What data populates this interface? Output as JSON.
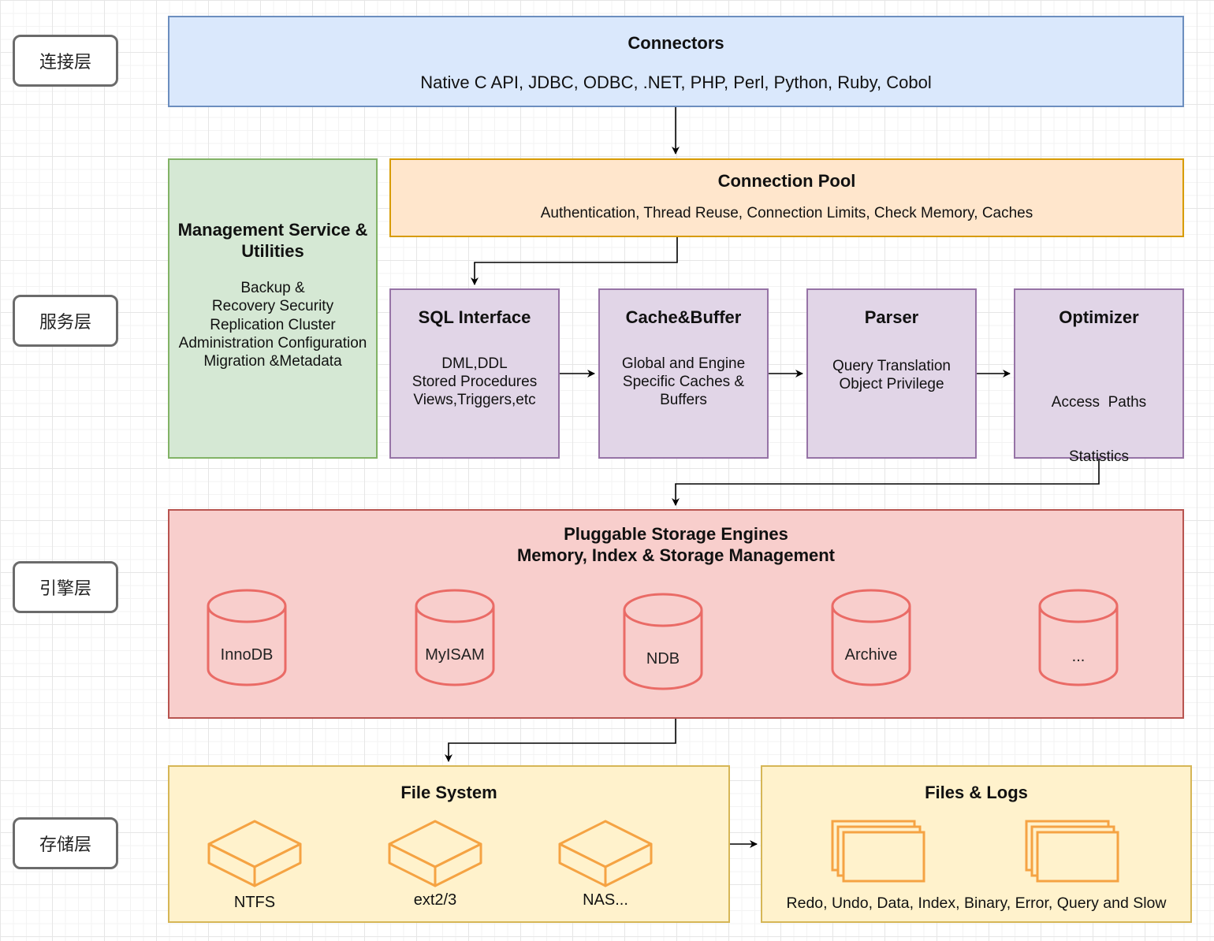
{
  "layers": {
    "connection": "连接层",
    "service": "服务层",
    "engine": "引擎层",
    "storage": "存储层"
  },
  "connectors": {
    "title": "Connectors",
    "subtitle": "Native C API, JDBC, ODBC, .NET, PHP, Perl, Python, Ruby, Cobol"
  },
  "management": {
    "title_line1": "Management Service &",
    "title_line2": "Utilities",
    "lines": [
      "Backup &",
      "Recovery Security",
      "Replication Cluster",
      "Administration Configuration",
      "Migration &Metadata"
    ]
  },
  "connection_pool": {
    "title": "Connection Pool",
    "subtitle": "Authentication, Thread Reuse, Connection Limits, Check Memory, Caches"
  },
  "modules": [
    {
      "title": "SQL Interface",
      "lines": [
        "DML,DDL",
        "Stored Procedures",
        "Views,Triggers,etc"
      ]
    },
    {
      "title": "Cache&Buffer",
      "lines": [
        "Global and Engine",
        "Specific Caches &",
        "Buffers"
      ]
    },
    {
      "title": "Parser",
      "lines": [
        "Query Translation",
        "Object Privilege"
      ]
    },
    {
      "title": "Optimizer",
      "lines": [
        "Access  Paths",
        "Statistics"
      ]
    }
  ],
  "storage_engines": {
    "title_line1": "Pluggable Storage Engines",
    "title_line2": "Memory, Index & Storage Management",
    "engines": [
      "InnoDB",
      "MyISAM",
      "NDB",
      "Archive",
      "..."
    ]
  },
  "file_system": {
    "title": "File System",
    "items": [
      "NTFS",
      "ext2/3",
      "NAS..."
    ]
  },
  "files_logs": {
    "title": "Files & Logs",
    "caption": "Redo, Undo, Data, Index, Binary, Error, Query and Slow"
  },
  "colors": {
    "connectors_fill": "#dae8fc",
    "connectors_stroke": "#6c8ebf",
    "pool_fill": "#ffe6cc",
    "pool_stroke": "#d79b00",
    "management_fill": "#d5e8d4",
    "management_stroke": "#82b366",
    "module_fill": "#e1d5e7",
    "module_stroke": "#9673a6",
    "engines_fill": "#f8cecc",
    "engines_stroke": "#b85450",
    "cylinder_stroke": "#ea6b66",
    "storage_fill": "#fff2cc",
    "storage_stroke": "#d6b656",
    "storage_icon": "#f5a343"
  }
}
